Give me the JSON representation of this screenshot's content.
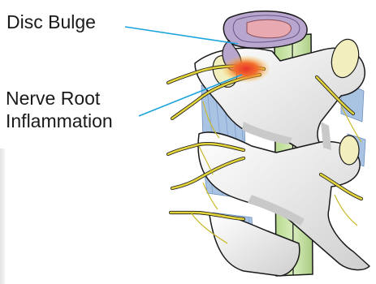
{
  "figure": {
    "labels": {
      "disc_bulge": "Disc Bulge",
      "nerve_root_line1": "Nerve Root",
      "nerve_root_line2": "Inflammation"
    },
    "colors": {
      "leader_line": "#1ba3dc",
      "bone": "#f2f2f2",
      "bone_shadow": "#c9c9c9",
      "spinal_cord": "#c9e3a6",
      "disc": "#b9a6cf",
      "disc_inner": "#e8aab0",
      "nerve": "#e2d33a",
      "ligament": "#a9c3e3",
      "inflammation": "#f05a28",
      "facet_cartilage": "#f3eebd",
      "outline": "#1a1a1a"
    }
  }
}
